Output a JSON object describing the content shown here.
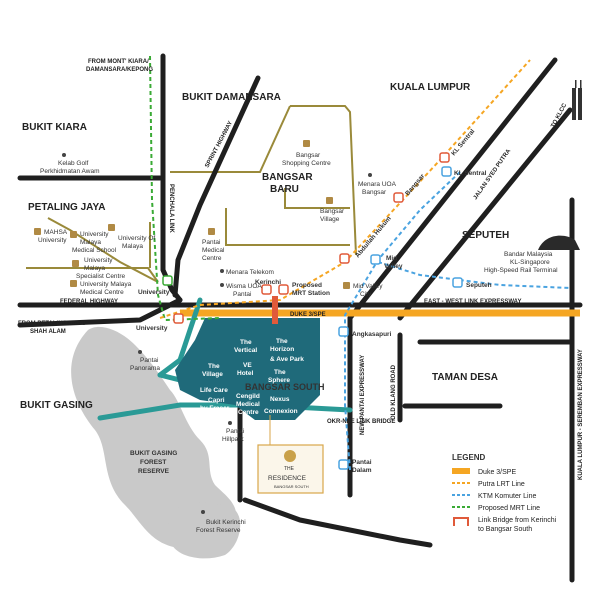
{
  "areas": {
    "kuala_lumpur": "KUALA LUMPUR",
    "bukit_damansara": "BUKIT DAMANSARA",
    "bukit_kiara": "BUKIT KIARA",
    "petaling_jaya": "PETALING JAYA",
    "bangsar_baru": [
      "BANGSAR",
      "BARU"
    ],
    "seputeh": "SEPUTEH",
    "taman_desa": "TAMAN DESA",
    "bukit_gasing": "BUKIT GASING",
    "bangsar_south": "BANGSAR SOUTH",
    "gasing_reserve": [
      "BUKIT GASING",
      "FOREST",
      "RESERVE"
    ]
  },
  "roads": {
    "from_mont_kiara": [
      "FROM MONT' KIARA/",
      "DAMANSARA/KEPONG"
    ],
    "from_pj": [
      "FROM PETALING JAYA/",
      "SHAH ALAM"
    ],
    "sprint": "SPRINT HIGHWAY",
    "penchala": "PENCHALA LINK",
    "federal": "FEDERAL HIGHWAY",
    "ewlink": "EAST - WEST LINK EXPRESSWAY",
    "duke": "DUKE 3/SPE",
    "jalan_syed_putra": "JALAN SYED PUTRA",
    "to_klcc": "TO KLCC",
    "npe": "NEW PANTAI EXPRESSWAY",
    "old_klang": "OLD KLANG ROAD",
    "klse": "KUALA LUMPUR - SEREMBAN EXPRESSWAY",
    "okr_bridge": "OKR-NPE LINK BRIDGE"
  },
  "pois": {
    "kelab_golf": [
      "Kelab Golf",
      "Perkhidmatan Awam"
    ],
    "mahsa": [
      "MAHSA",
      "University"
    ],
    "um_medical_school": [
      "University",
      "Malaya",
      "Medical School"
    ],
    "university_of_malaya": [
      "University Of",
      "Malaya"
    ],
    "um_specialist": [
      "University",
      "Malaya",
      "Specialist Centre"
    ],
    "um_medical_centre": [
      "University Malaya",
      "Medical Centre"
    ],
    "bangsar_shopping": [
      "Bangsar",
      "Shopping Centre"
    ],
    "menara_uoa": [
      "Menara UOA",
      "Bangsar"
    ],
    "bangsar_village": [
      "Bangsar",
      "Village"
    ],
    "pantai_medical": [
      "Pantai",
      "Medical",
      "Centre"
    ],
    "menara_telekom": "Menara Telekom",
    "wisma_uoa": [
      "Wisma UOA",
      "Pantai"
    ],
    "mid_valley_city": [
      "Mid Valley",
      "City"
    ],
    "bandar_malaysia": [
      "Bandar Malaysia",
      "KL-Singapore",
      "High-Speed Rail Terminal"
    ],
    "pantai_panorama": [
      "Pantai",
      "Panorama"
    ],
    "pantai_hillpark": [
      "Pantai",
      "Hillpark"
    ],
    "bukit_kerinchi_reserve": [
      "Bukit Kerinchi",
      "Forest Reserve"
    ]
  },
  "stations": {
    "university_ktm": "University",
    "university_lrt": "University",
    "kerinchi": "Kerinchi",
    "proposed_mrt": [
      "Proposed",
      "MRT Station"
    ],
    "abdullah_hukum": "Abdullah Hukum",
    "bangsar": "Bangsar",
    "kl_sentral_lrt": "KL Sentral",
    "kl_sentral_ktm": "KL Sentral",
    "mid_valley": [
      "Mid",
      "Valley"
    ],
    "seputeh": "Seputeh",
    "angkasapuri": "Angkasapuri",
    "pantai_dalam": [
      "Pantai",
      "Dalam"
    ]
  },
  "bangsar_south_blocks": {
    "vertical": [
      "The",
      "Vertical"
    ],
    "horizon": [
      "The",
      "Horizon"
    ],
    "avepark": "& Ave Park",
    "ve_hotel": [
      "VE",
      "Hotel"
    ],
    "sphere": [
      "The",
      "Sphere"
    ],
    "village": [
      "The",
      "Village"
    ],
    "life_care": "Life Care",
    "capri": [
      "Capri",
      "by Fraser"
    ],
    "cengild": [
      "Cengild",
      "Medical",
      "Centre"
    ],
    "nexus": "Nexus",
    "connexion": "Connexion"
  },
  "residence": {
    "the": "THE",
    "name": "RESIDENCE",
    "sub": "BANGSAR SOUTH"
  },
  "legend": {
    "title": "LEGEND",
    "items": [
      {
        "label": "Duke 3/SPE",
        "color": "#f5a623",
        "style": "solid"
      },
      {
        "label": "Putra LRT Line",
        "color": "#f5a623",
        "style": "dashed"
      },
      {
        "label": "KTM Komuter Line",
        "color": "#4aa3e0",
        "style": "dashed"
      },
      {
        "label": "Proposed MRT Line",
        "color": "#3aaa35",
        "style": "dashed"
      },
      {
        "label": "Link Bridge from Kerinchi to Bangsar South",
        "label_lines": [
          "Link Bridge from Kerinchi",
          "to Bangsar South"
        ],
        "color": "#e05a3a",
        "style": "bridge"
      }
    ]
  },
  "colors": {
    "road": "#1f1f1f",
    "olive": "#9a8a3a",
    "teal": "#2a9a96",
    "block": "#1f6a7a",
    "duke": "#f5a623",
    "lrt": "#f5a623",
    "ktm": "#4aa3e0",
    "mrt": "#3aaa35",
    "bridge": "#e05a3a",
    "hill": "#c8c8c8"
  }
}
